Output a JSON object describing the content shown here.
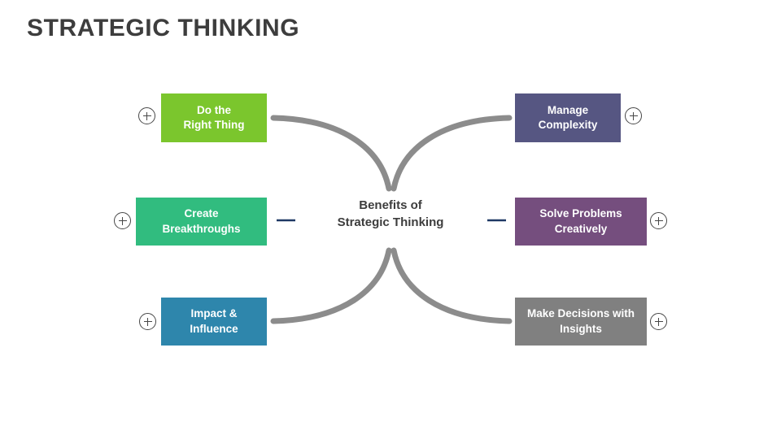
{
  "slide": {
    "title": "STRATEGIC THINKING",
    "background_color": "#ffffff",
    "title_color": "#3d3d3d"
  },
  "center": {
    "line1": "Benefits of",
    "line2": "Strategic Thinking",
    "color": "#3d3d3d"
  },
  "connectors": {
    "arc_color": "#8c8c8c",
    "dash_color": "#1f3864"
  },
  "nodes": {
    "left": [
      {
        "id": "do-the-right-thing",
        "line1": "Do the",
        "line2": "Right Thing",
        "color": "#7BC62D",
        "icon": "plus-circle-icon"
      },
      {
        "id": "create-breakthroughs",
        "line1": "Create",
        "line2": "Breakthroughs",
        "color": "#31BC7F",
        "icon": "plus-circle-icon"
      },
      {
        "id": "impact-and-influence",
        "line1": "Impact &",
        "line2": "Influence",
        "color": "#2E86AC",
        "icon": "plus-circle-icon"
      }
    ],
    "right": [
      {
        "id": "manage-complexity",
        "line1": "Manage",
        "line2": "Complexity",
        "color": "#565682",
        "icon": "plus-circle-icon"
      },
      {
        "id": "solve-problems-creatively",
        "line1": "Solve Problems",
        "line2": "Creatively",
        "color": "#754E7E",
        "icon": "plus-circle-icon"
      },
      {
        "id": "make-decisions-with-insights",
        "line1": "Make Decisions with",
        "line2": "Insights",
        "color": "#808080",
        "icon": "plus-circle-icon"
      }
    ]
  }
}
